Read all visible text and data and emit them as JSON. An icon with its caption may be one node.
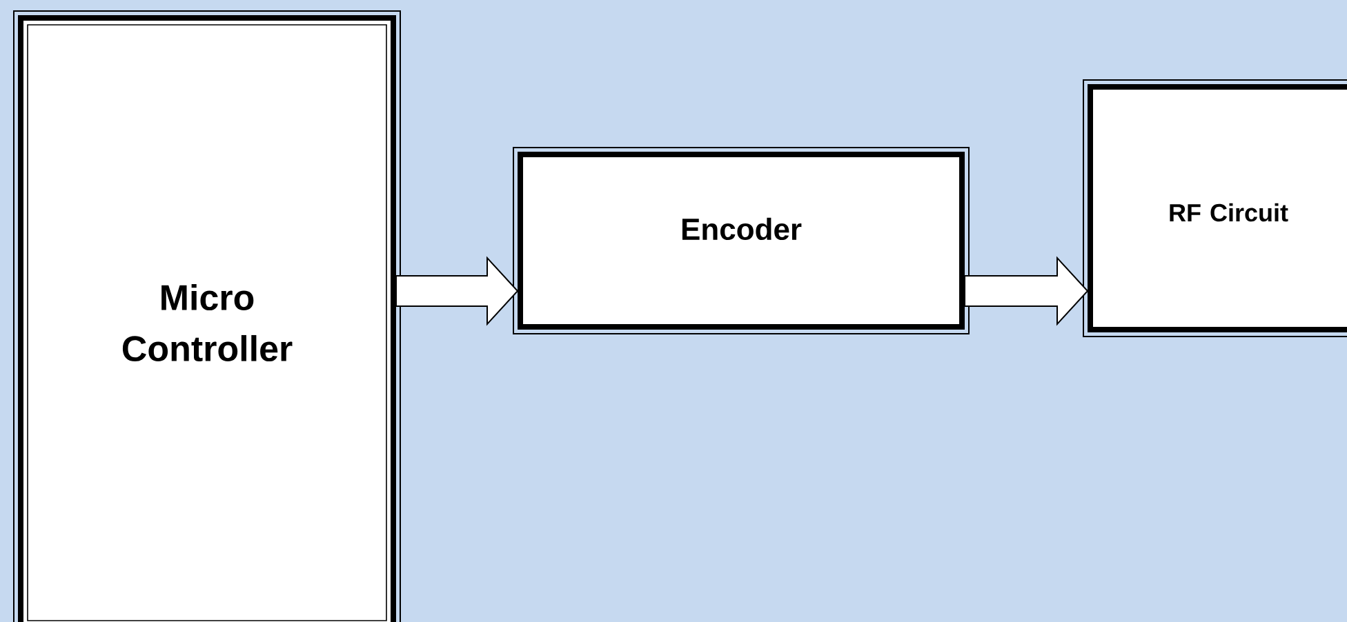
{
  "diagram": {
    "nodes": [
      {
        "text": [
          "Micro Controller"
        ]
      },
      {
        "text": [
          "Encoder"
        ]
      },
      {
        "text": [
          "RF Circuit"
        ]
      }
    ],
    "edges": [
      {
        "from": 0,
        "to": 1,
        "arrow": "to"
      },
      {
        "from": 1,
        "to": 2,
        "arrow": "to"
      }
    ]
  }
}
